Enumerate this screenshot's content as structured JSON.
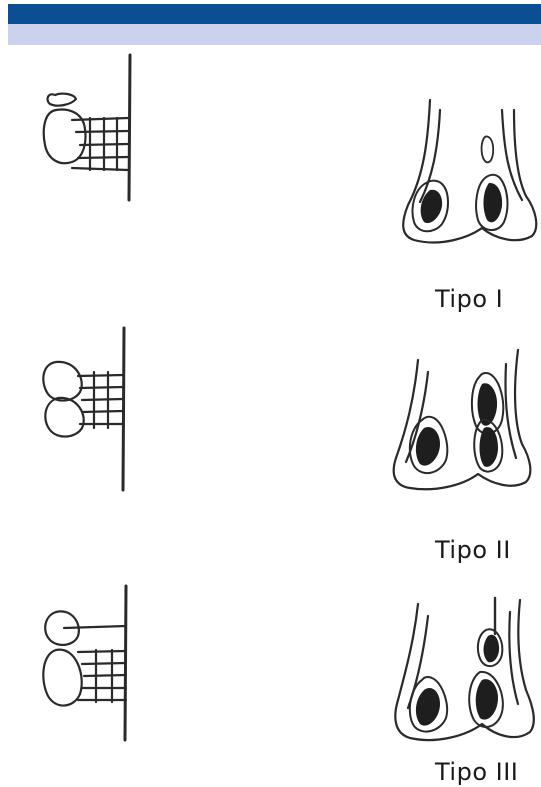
{
  "header": {
    "bar_color": "#0a4f93",
    "subbar_color": "#ccd2ee"
  },
  "figure": {
    "types": [
      {
        "label": "Tipo I"
      },
      {
        "label": "Tipo II"
      },
      {
        "label": "Tipo III"
      }
    ]
  }
}
